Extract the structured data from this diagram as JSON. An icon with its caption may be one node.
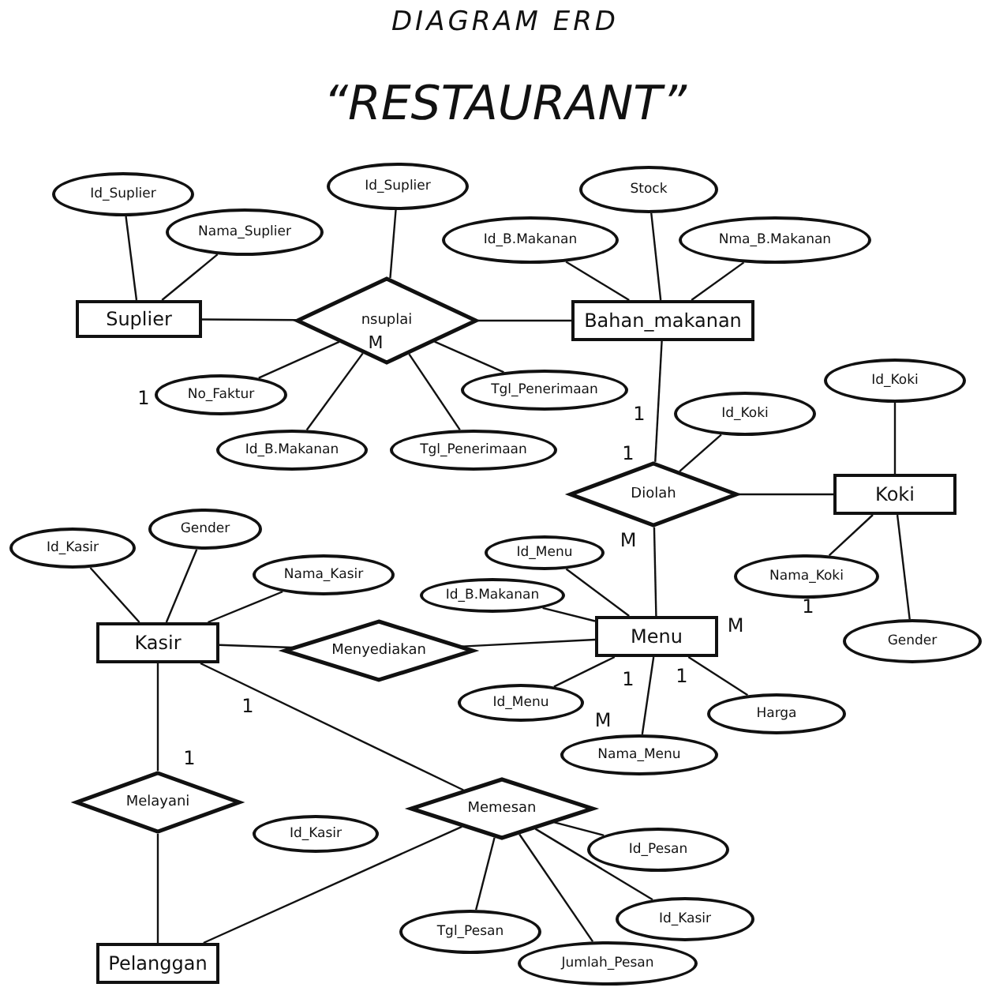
{
  "diagram": {
    "title": "DIAGRAM ERD",
    "nodes": [
      {
        "text": [
          "Suplier"
        ]
      },
      {
        "text": [
          "Bahan_makanan"
        ]
      },
      {
        "text": [
          "Koki"
        ]
      },
      {
        "text": [
          "Kasir"
        ]
      },
      {
        "text": [
          "Menu"
        ]
      },
      {
        "text": [
          "Pelanggan"
        ]
      },
      {
        "text": [
          "nsuplai"
        ]
      },
      {
        "text": [
          "Diolah"
        ]
      },
      {
        "text": [
          "Menyediakan"
        ]
      },
      {
        "text": [
          "Melayani"
        ]
      },
      {
        "text": [
          "Memesan"
        ]
      },
      {
        "text": [
          "Id_Suplier"
        ]
      },
      {
        "text": [
          "Nama_Suplier"
        ]
      },
      {
        "text": [
          "Id_Suplier"
        ]
      },
      {
        "text": [
          "Id_B.Makanan"
        ]
      },
      {
        "text": [
          "Stock"
        ]
      },
      {
        "text": [
          "Nma_B.Makanan"
        ]
      },
      {
        "text": [
          "No_Faktur"
        ]
      },
      {
        "text": [
          "Id_B.Makanan"
        ]
      },
      {
        "text": [
          "Tgl_Penerimaan"
        ]
      },
      {
        "text": [
          "Tgl_Penerimaan"
        ]
      },
      {
        "text": [
          "Id_Koki"
        ]
      },
      {
        "text": [
          "Id_Koki"
        ]
      },
      {
        "text": [
          "Nama_Koki"
        ]
      },
      {
        "text": [
          "Gender"
        ]
      },
      {
        "text": [
          "Id_Kasir"
        ]
      },
      {
        "text": [
          "Gender"
        ]
      },
      {
        "text": [
          "Nama_Kasir"
        ]
      },
      {
        "text": [
          "Id_Menu"
        ]
      },
      {
        "text": [
          "Id_B.Makanan"
        ]
      },
      {
        "text": [
          "Id_Menu"
        ]
      },
      {
        "text": [
          "Harga"
        ]
      },
      {
        "text": [
          "Nama_Menu"
        ]
      },
      {
        "text": [
          "Id_Kasir"
        ]
      },
      {
        "text": [
          "Id_Pesan"
        ]
      },
      {
        "text": [
          "Id_Kasir"
        ]
      },
      {
        "text": [
          "Tgl_Pesan"
        ]
      },
      {
        "text": [
          "Jumlah_Pesan"
        ]
      }
    ],
    "edges": [
      {
        "from": 11,
        "to": 0,
        "arrow": "none"
      },
      {
        "from": 12,
        "to": 0,
        "arrow": "none"
      },
      {
        "from": 13,
        "to": 6,
        "arrow": "none"
      },
      {
        "from": 0,
        "to": 6,
        "arrow": "none"
      },
      {
        "from": 6,
        "to": 1,
        "arrow": "none"
      },
      {
        "from": 14,
        "to": 1,
        "arrow": "none"
      },
      {
        "from": 15,
        "to": 1,
        "arrow": "none"
      },
      {
        "from": 16,
        "to": 1,
        "arrow": "none"
      },
      {
        "from": 6,
        "to": 17,
        "arrow": "none"
      },
      {
        "from": 6,
        "to": 18,
        "arrow": "none"
      },
      {
        "from": 6,
        "to": 19,
        "arrow": "none"
      },
      {
        "from": 6,
        "to": 20,
        "arrow": "none"
      },
      {
        "from": 1,
        "to": 7,
        "arrow": "none"
      },
      {
        "from": 21,
        "to": 7,
        "arrow": "none"
      },
      {
        "from": 7,
        "to": 2,
        "arrow": "none"
      },
      {
        "from": 22,
        "to": 2,
        "arrow": "none"
      },
      {
        "from": 2,
        "to": 23,
        "arrow": "none"
      },
      {
        "from": 2,
        "to": 24,
        "arrow": "none"
      },
      {
        "from": 7,
        "to": 4,
        "arrow": "none"
      },
      {
        "from": 25,
        "to": 3,
        "arrow": "none"
      },
      {
        "from": 26,
        "to": 3,
        "arrow": "none"
      },
      {
        "from": 27,
        "to": 3,
        "arrow": "none"
      },
      {
        "from": 3,
        "to": 8,
        "arrow": "none"
      },
      {
        "from": 8,
        "to": 4,
        "arrow": "none"
      },
      {
        "from": 4,
        "to": 28,
        "arrow": "none"
      },
      {
        "from": 4,
        "to": 29,
        "arrow": "none"
      },
      {
        "from": 4,
        "to": 30,
        "arrow": "none"
      },
      {
        "from": 4,
        "to": 31,
        "arrow": "none"
      },
      {
        "from": 4,
        "to": 32,
        "arrow": "none"
      },
      {
        "from": 3,
        "to": 9,
        "arrow": "none"
      },
      {
        "from": 9,
        "to": 5,
        "arrow": "none"
      },
      {
        "from": 3,
        "to": 10,
        "arrow": "none"
      },
      {
        "from": 10,
        "to": 5,
        "arrow": "none"
      },
      {
        "from": 10,
        "to": 34,
        "arrow": "none"
      },
      {
        "from": 10,
        "to": 35,
        "arrow": "none"
      },
      {
        "from": 10,
        "to": 36,
        "arrow": "none"
      },
      {
        "from": 10,
        "to": 37,
        "arrow": "none"
      }
    ],
    "labels": [
      "“RESTAURANT”",
      "M",
      "1",
      "1",
      "1",
      "M",
      "1",
      "M",
      "1",
      "1",
      "M",
      "1",
      "1"
    ]
  }
}
